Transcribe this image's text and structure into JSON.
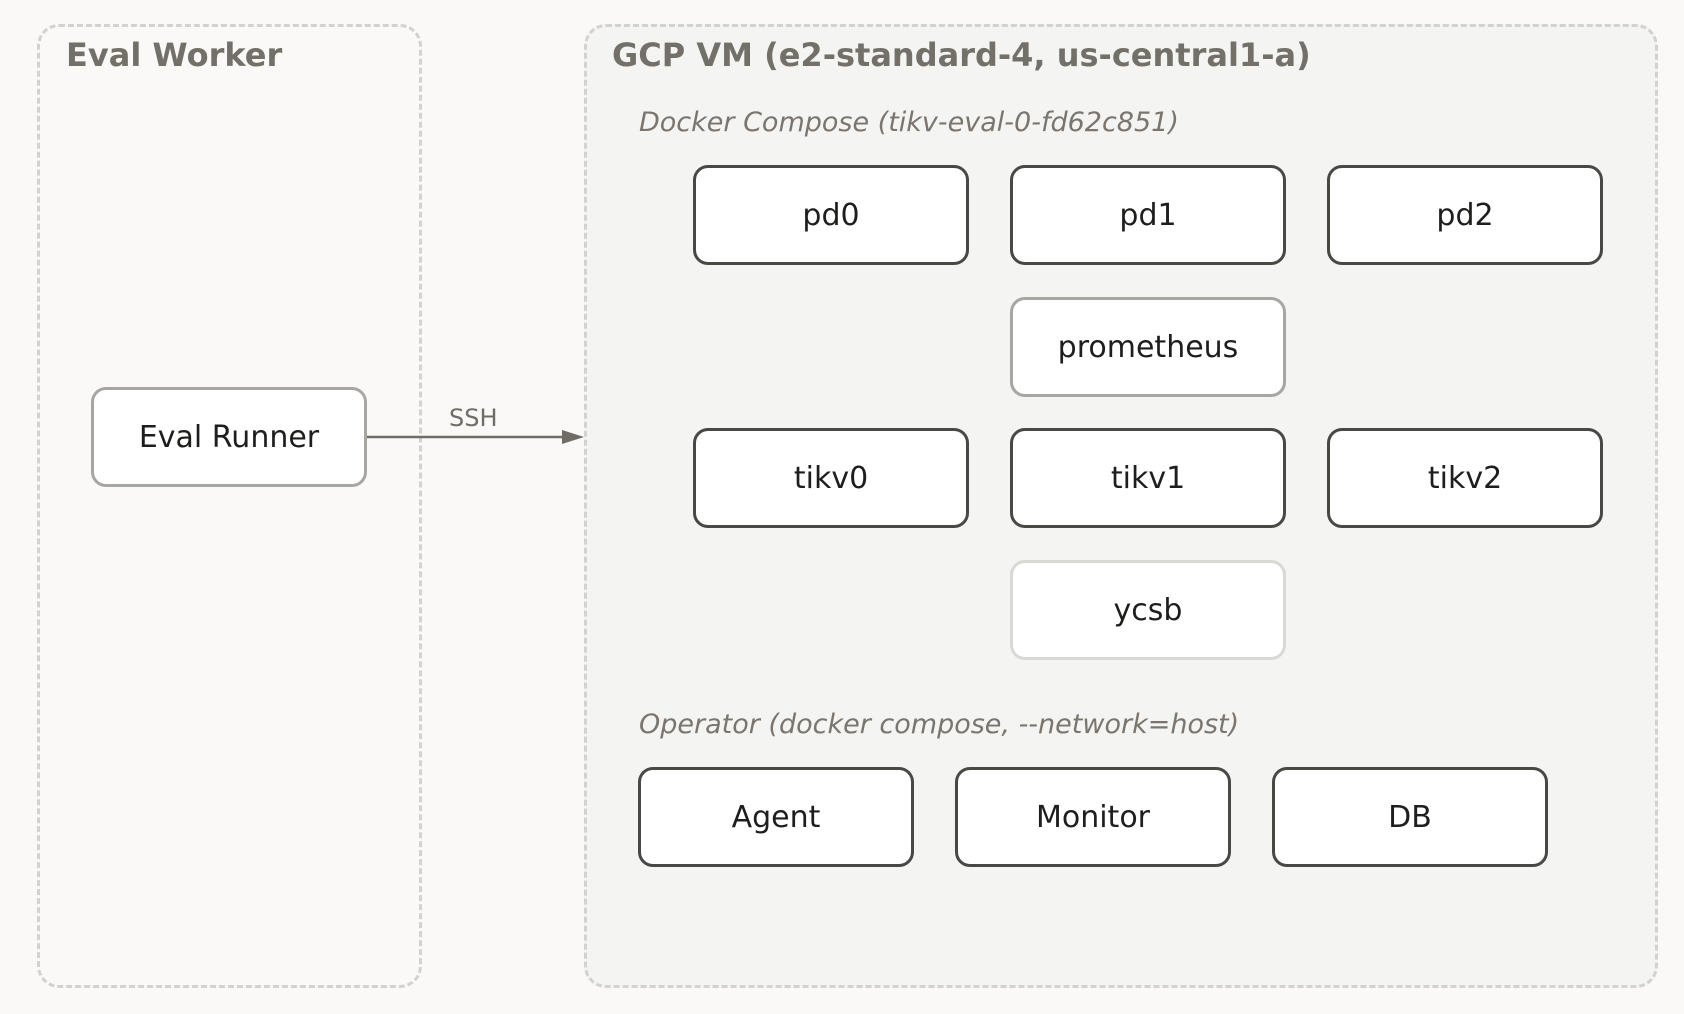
{
  "groups": {
    "eval_worker": {
      "title": "Eval Worker"
    },
    "gcp_vm": {
      "title": "GCP VM (e2-standard-4, us-central1-a)",
      "compose_label": "Docker Compose (tikv-eval-0-fd62c851)",
      "operator_label": "Operator (docker compose, --network=host)"
    }
  },
  "nodes": {
    "eval_runner": "Eval Runner",
    "pd0": "pd0",
    "pd1": "pd1",
    "pd2": "pd2",
    "prometheus": "prometheus",
    "tikv0": "tikv0",
    "tikv1": "tikv1",
    "tikv2": "tikv2",
    "ycsb": "ycsb",
    "agent": "Agent",
    "monitor": "Monitor",
    "db": "DB"
  },
  "edges": [
    {
      "from": "Eval Runner",
      "to": "GCP VM (e2-standard-4, us-central1-a)",
      "label": "SSH"
    }
  ],
  "colors": {
    "background": "#faf9f7",
    "vm_fill": "#f4f4f2",
    "dashed_border": "#d3d2cf",
    "node_border_dark": "#4a4845",
    "node_border_mid": "#a8a6a2",
    "node_border_light": "#d9d8d5",
    "arrow": "#6f6c66"
  }
}
